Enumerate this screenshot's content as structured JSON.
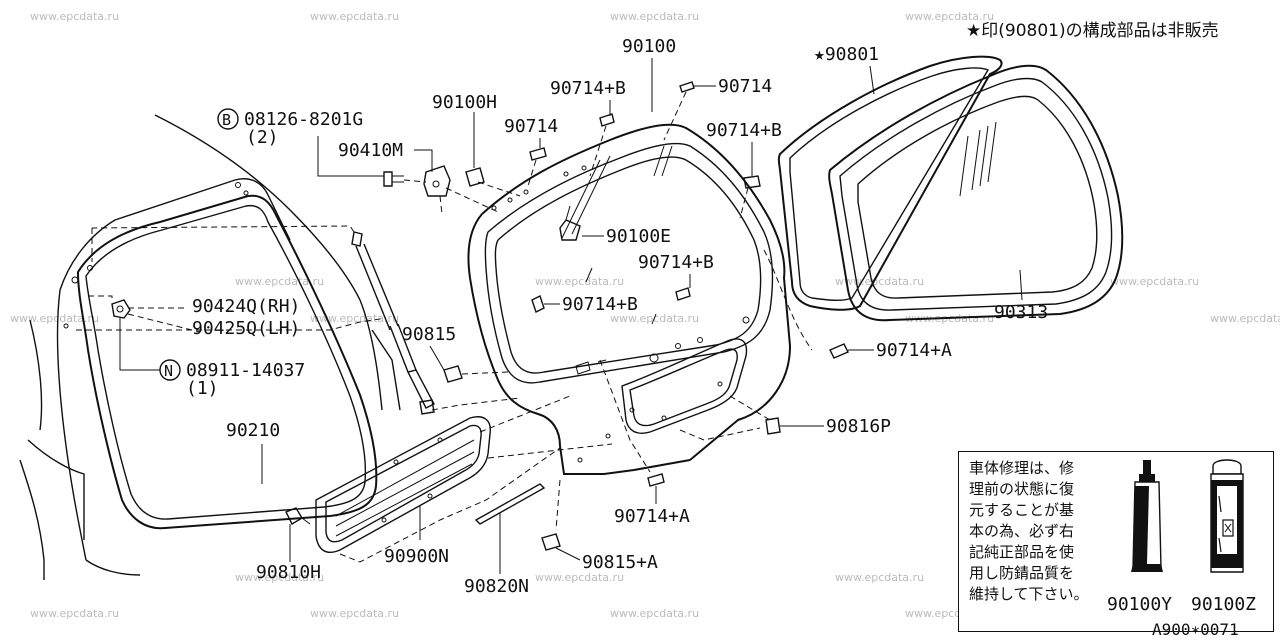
{
  "header_note": "★印(90801)の構成部品は非販売",
  "diagram_code": "A900∗0071",
  "watermark": "www.epcdata.ru",
  "parts": {
    "p90100": "90100",
    "p90801": "★90801",
    "p90714_top_a": "90714+B",
    "p90714_top_b": "90714",
    "p90100H": "90100H",
    "p08126": "08126-8201G",
    "p08126_qty": "(2)",
    "p90410M": "90410M",
    "p90714_mid": "90714",
    "p90714_right_b": "90714+B",
    "p90100E": "90100E",
    "p90714_glass_b": "90714+B",
    "p90714_left_b": "90714+B",
    "p90424Q": "90424Q(RH)",
    "p90425Q": "90425Q(LH)",
    "p90815": "90815",
    "p08911": "08911-14037",
    "p08911_qty": "(1)",
    "p90210": "90210",
    "p90313": "90313",
    "p90714_a_right": "90714+A",
    "p90816P": "90816P",
    "p90714_a_bottom": "90714+A",
    "p90810H": "90810H",
    "p90900N": "90900N",
    "p90815_a": "90815+A",
    "p90820N": "90820N"
  },
  "circle_marks": {
    "bolt_mark": "B",
    "nut_mark": "N"
  },
  "note": {
    "lines": [
      "車体修理は、修",
      "理前の状態に復",
      "元することが基",
      "本の為、必ず右",
      "記純正部品を使",
      "用し防錆品質を",
      "維持して下さい。"
    ],
    "part_tube": "90100Y",
    "part_can": "90100Z",
    "tube_label": "",
    "can_label": ""
  }
}
